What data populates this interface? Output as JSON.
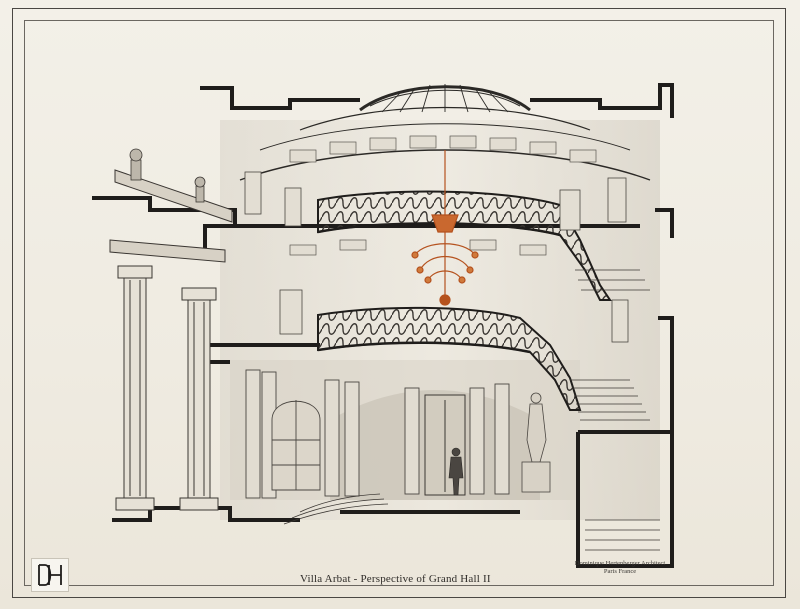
{
  "caption": "Villa Arbat - Perspective of Grand Hall II",
  "architect": {
    "line1": "Dominique Hertenberger Architect",
    "line2": "Paris France"
  },
  "monogram": {
    "letters": "DH"
  },
  "colors": {
    "paper": "#efebe1",
    "ink": "#2b2926",
    "wash": "#c9c4ba",
    "chandelier": "#b5521e"
  }
}
